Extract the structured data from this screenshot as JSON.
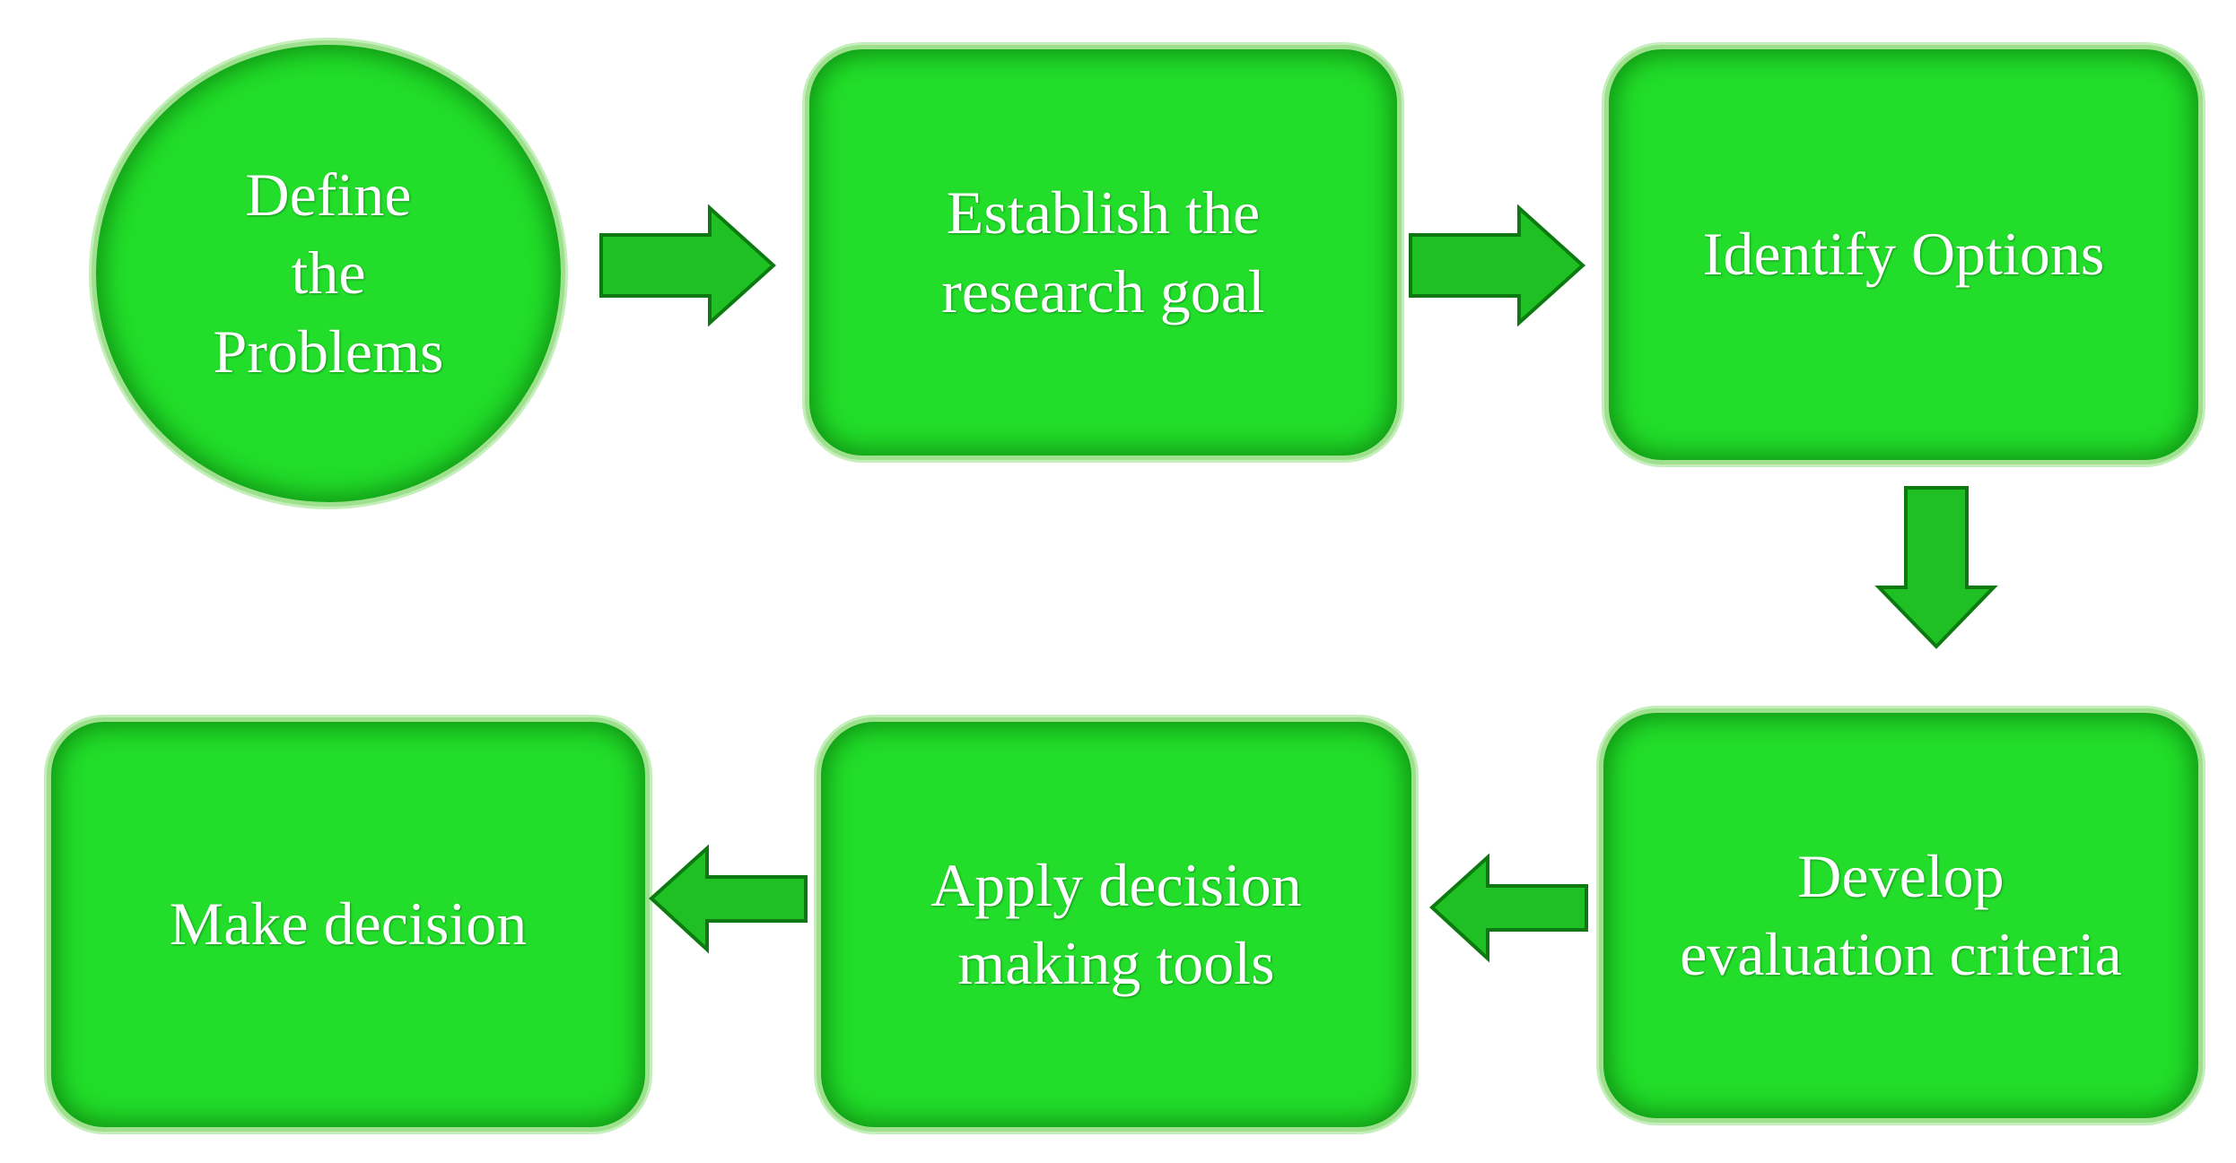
{
  "steps": [
    {
      "label": "Define\nthe\nProblems",
      "shape": "circle"
    },
    {
      "label": "Establish the\nresearch goal",
      "shape": "rounded-rect"
    },
    {
      "label": "Identify Options",
      "shape": "rounded-rect"
    },
    {
      "label": "Develop\nevaluation criteria",
      "shape": "rounded-rect"
    },
    {
      "label": "Apply decision\nmaking tools",
      "shape": "rounded-rect"
    },
    {
      "label": "Make decision",
      "shape": "rounded-rect"
    }
  ],
  "connections": [
    {
      "from": 1,
      "to": 2,
      "direction": "right"
    },
    {
      "from": 2,
      "to": 3,
      "direction": "right"
    },
    {
      "from": 3,
      "to": 4,
      "direction": "down"
    },
    {
      "from": 4,
      "to": 5,
      "direction": "left"
    },
    {
      "from": 5,
      "to": 6,
      "direction": "left"
    }
  ],
  "colors": {
    "node_fill": "#22dd2a",
    "node_border": "#9fe08f",
    "node_inner_shadow": "#0f8f12",
    "arrow_fill": "#1fc023",
    "arrow_stroke": "#0c7a10",
    "text": "#ffffff",
    "background": "#ffffff"
  }
}
